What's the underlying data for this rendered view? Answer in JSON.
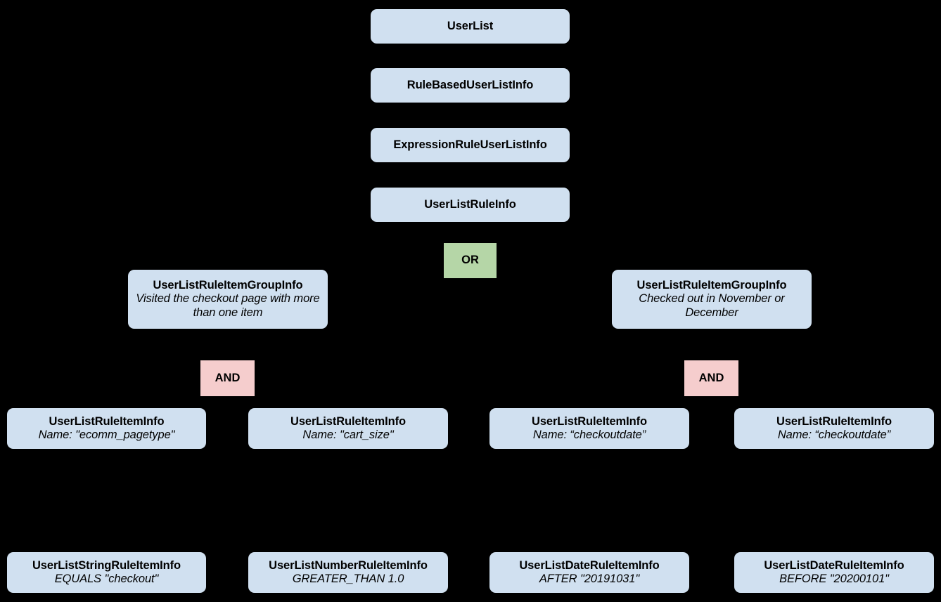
{
  "diagram": {
    "type": "hierarchy-tree",
    "background_color": "#000000",
    "class_node_color": "#d0e0f0",
    "or_node_color": "#b5d6a7",
    "and_node_color": "#f5cdcd",
    "text_color": "#000000",
    "nodes": [
      {
        "id": "userlist",
        "title": "UserList",
        "subtitle": "",
        "kind": "class"
      },
      {
        "id": "rulebased",
        "title": "RuleBasedUserListInfo",
        "subtitle": "",
        "kind": "class"
      },
      {
        "id": "expressionrule",
        "title": "ExpressionRuleUserListInfo",
        "subtitle": "",
        "kind": "class"
      },
      {
        "id": "ruleinfo",
        "title": "UserListRuleInfo",
        "subtitle": "",
        "kind": "class"
      },
      {
        "id": "or",
        "title": "OR",
        "subtitle": "",
        "kind": "operator-or"
      },
      {
        "id": "group-left",
        "title": "UserListRuleItemGroupInfo",
        "subtitle": "Visited the checkout page with more than one item",
        "kind": "class"
      },
      {
        "id": "group-right",
        "title": "UserListRuleItemGroupInfo",
        "subtitle": "Checked out in November or December",
        "kind": "class"
      },
      {
        "id": "and-left",
        "title": "AND",
        "subtitle": "",
        "kind": "operator-and"
      },
      {
        "id": "and-right",
        "title": "AND",
        "subtitle": "",
        "kind": "operator-and"
      },
      {
        "id": "item-1",
        "title": "UserListRuleItemInfo",
        "subtitle": "Name: \"ecomm_pagetype\"",
        "kind": "class"
      },
      {
        "id": "item-2",
        "title": "UserListRuleItemInfo",
        "subtitle": "Name: \"cart_size\"",
        "kind": "class"
      },
      {
        "id": "item-3",
        "title": "UserListRuleItemInfo",
        "subtitle": "Name: “checkoutdate”",
        "kind": "class"
      },
      {
        "id": "item-4",
        "title": "UserListRuleItemInfo",
        "subtitle": "Name: “checkoutdate”",
        "kind": "class"
      },
      {
        "id": "leaf-1",
        "title": "UserListStringRuleItemInfo",
        "subtitle": "EQUALS \"checkout\"",
        "kind": "class"
      },
      {
        "id": "leaf-2",
        "title": "UserListNumberRuleItemInfo",
        "subtitle": "GREATER_THAN 1.0",
        "kind": "class"
      },
      {
        "id": "leaf-3",
        "title": "UserListDateRuleItemInfo",
        "subtitle": "AFTER \"20191031\"",
        "kind": "class"
      },
      {
        "id": "leaf-4",
        "title": "UserListDateRuleItemInfo",
        "subtitle": "BEFORE \"20200101\"",
        "kind": "class"
      }
    ]
  }
}
